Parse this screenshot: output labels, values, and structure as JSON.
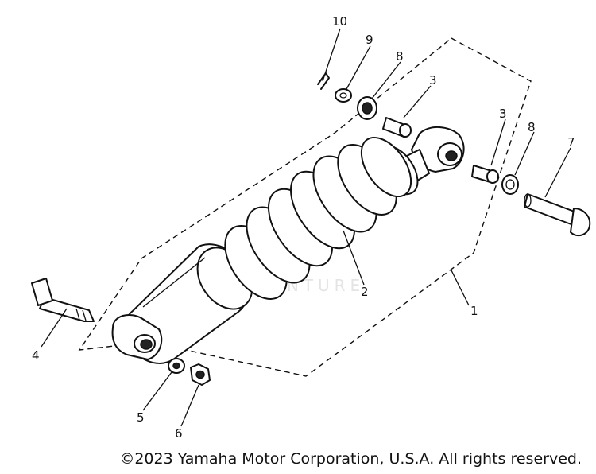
{
  "diagram": {
    "callouts": [
      {
        "id": "1",
        "label": "1"
      },
      {
        "id": "2",
        "label": "2"
      },
      {
        "id": "3a",
        "label": "3"
      },
      {
        "id": "3b",
        "label": "3"
      },
      {
        "id": "4",
        "label": "4"
      },
      {
        "id": "5",
        "label": "5"
      },
      {
        "id": "6",
        "label": "6"
      },
      {
        "id": "7",
        "label": "7"
      },
      {
        "id": "8a",
        "label": "8"
      },
      {
        "id": "8b",
        "label": "8"
      },
      {
        "id": "9",
        "label": "9"
      },
      {
        "id": "10",
        "label": "10"
      }
    ],
    "watermark": "LEADVENTURE"
  },
  "footer": {
    "copyright": "©2023 Yamaha Motor Corporation, U.S.A. All rights reserved."
  }
}
